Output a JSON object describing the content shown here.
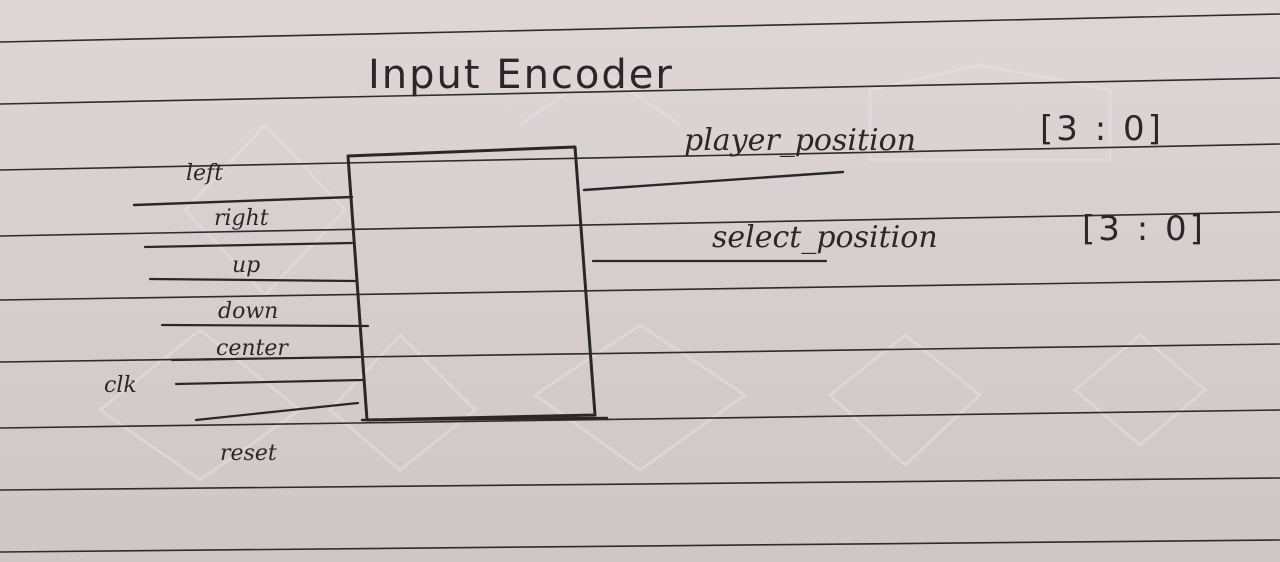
{
  "diagram": {
    "title": "Input Encoder",
    "inputs": [
      "left",
      "right",
      "up",
      "down",
      "center",
      "clk",
      "reset"
    ],
    "outputs": [
      {
        "name": "player_position",
        "width": "[3 : 0]"
      },
      {
        "name": "select_position",
        "width": "[3 : 0]"
      }
    ]
  }
}
